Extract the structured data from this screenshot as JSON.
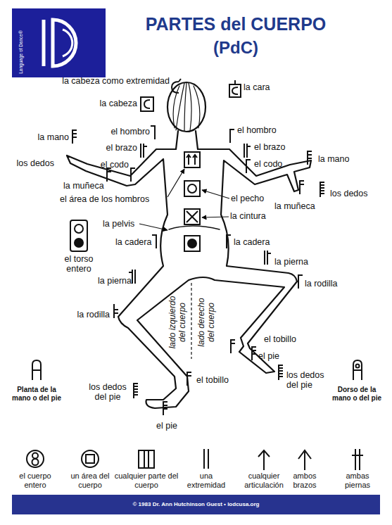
{
  "diagram": {
    "title": "PARTES del CUERPO",
    "nodes": [
      {
        "text": [
          "Language of Dance®"
        ]
      },
      {
        "text": [
          "© 1983 Dr. Ann Hutchinson Guest • lodcusa.org"
        ]
      }
    ],
    "labels": [
      "(PdC)",
      "la cabeza como extremidad",
      "la cara",
      "la cabeza",
      "la mano",
      "el hombro",
      "el hombro",
      "el brazo",
      "el brazo",
      "los dedos",
      "el codo",
      "el codo",
      "la mano",
      "la muñeca",
      "el área de los hombros",
      "el pecho",
      "los dedos",
      "la muñeca",
      "la cintura",
      "la pelvis",
      "la cadera",
      "la cadera",
      "el torso entero",
      "la pierna",
      "la pierna",
      "la rodilla",
      "la rodilla",
      "lado izquierdo del cuerpo",
      "lado derecho del cuerpo",
      "el tobillo",
      "el pie",
      "los dedos del pie",
      "el tobillo",
      "los dedos del pie",
      "Planta de la mano o del pie",
      "Dorso de la mano o del pie",
      "el pie",
      "el cuerpo entero",
      "un área del cuerpo",
      "cualquier parte del cuerpo",
      "una extremidad",
      "cualquier articulación",
      "ambos brazos",
      "ambas piernas"
    ]
  }
}
